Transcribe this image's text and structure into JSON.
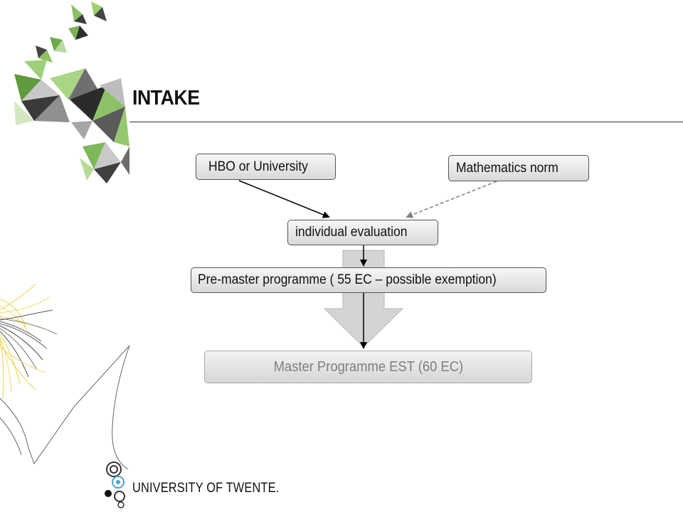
{
  "slide": {
    "title": "INTAKE",
    "footer_text": "UNIVERSITY OF TWENTE."
  },
  "diagram": {
    "nodes": [
      {
        "id": "hbo",
        "label": "HBO or University"
      },
      {
        "id": "math",
        "label": "Mathematics norm"
      },
      {
        "id": "eval",
        "label": "individual evaluation"
      },
      {
        "id": "premaster",
        "label": "Pre-master programme ( 55 EC – possible exemption)"
      },
      {
        "id": "master",
        "label": "Master Programme EST (60 EC)"
      }
    ],
    "edges": [
      {
        "from": "hbo",
        "to": "eval",
        "style": "solid"
      },
      {
        "from": "math",
        "to": "eval",
        "style": "dashed"
      },
      {
        "from": "eval",
        "to": "premaster",
        "style": "solid"
      },
      {
        "from": "premaster",
        "to": "master",
        "style": "solid"
      }
    ]
  },
  "colors": {
    "accent_green": "#8cc265",
    "dark_gray": "#3a3a3a",
    "arrow_fill": "#d4d4d4",
    "dashed_arrow": "#808080"
  },
  "icons": [
    "geometric-pattern-decoration",
    "sun-burst-decoration",
    "university-logo-icon"
  ]
}
